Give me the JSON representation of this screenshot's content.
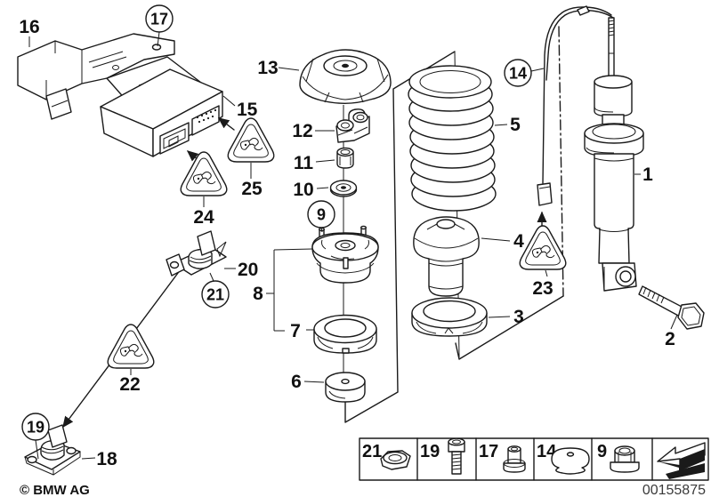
{
  "colors": {
    "line": "#1a1a1a",
    "background": "#ffffff",
    "doc_number": "#3a3a3a"
  },
  "callouts": {
    "strut": "1",
    "bolt": "2",
    "spring_pad": "3",
    "bump_stop": "4",
    "coil_spring": "5",
    "cap": "6",
    "gasket_ring": "7",
    "support_assembly": "8",
    "stud_nut": "9",
    "washer": "10",
    "hex_nut": "11",
    "clamp": "12",
    "support_cover": "13",
    "cable": "14",
    "control_unit": "15",
    "bracket": "16",
    "bracket_nut": "17",
    "sensor": "18",
    "sensor_screw": "19",
    "sensor_bracket": "20",
    "sensor_bracket_nut": "21",
    "warn_sensor": "22",
    "warn_cable": "23",
    "warn_module_front": "24",
    "warn_module_side": "25"
  },
  "legend": {
    "items": [
      {
        "num": "21",
        "icon": "hex-nut"
      },
      {
        "num": "19",
        "icon": "socket-head-screw"
      },
      {
        "num": "17",
        "icon": "collar-nut"
      },
      {
        "num": "14",
        "icon": "dome-grommet"
      },
      {
        "num": "9",
        "icon": "flange-lock-nut"
      },
      {
        "num": "",
        "icon": "continuation-arrow"
      }
    ]
  },
  "footer": {
    "copyright": "© BMW AG",
    "document_number": "00155875"
  }
}
